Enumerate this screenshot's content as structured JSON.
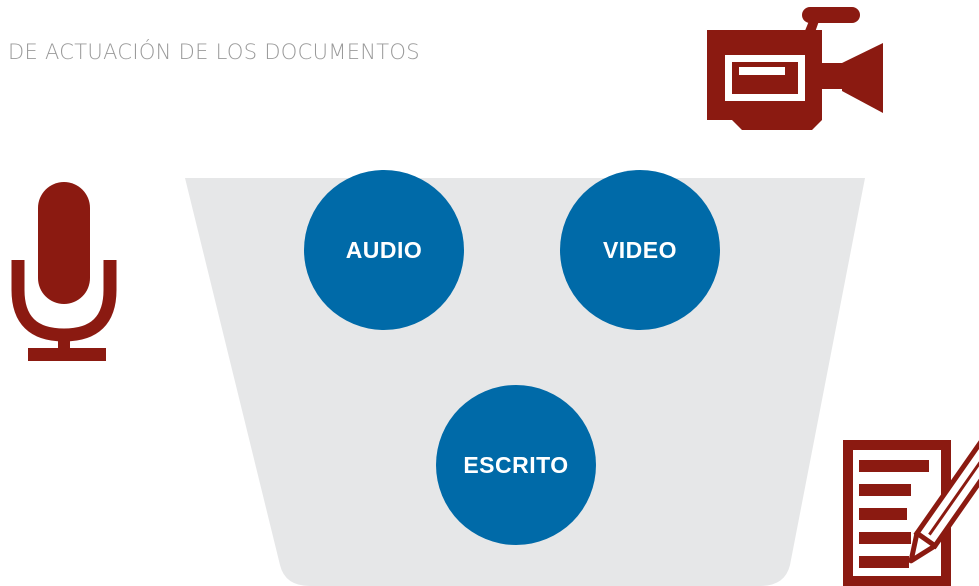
{
  "title": "DE ACTUACIÓN DE LOS DOCUMENTOS",
  "circles": {
    "audio": "AUDIO",
    "video": "VIDEO",
    "escrito": "ESCRITO"
  },
  "colors": {
    "circle": "#006aa8",
    "icon": "#8b1a11",
    "funnel": "#e6e7e8",
    "title": "#9a9a9a"
  },
  "icons": [
    "microphone-icon",
    "video-camera-icon",
    "written-document-icon"
  ]
}
